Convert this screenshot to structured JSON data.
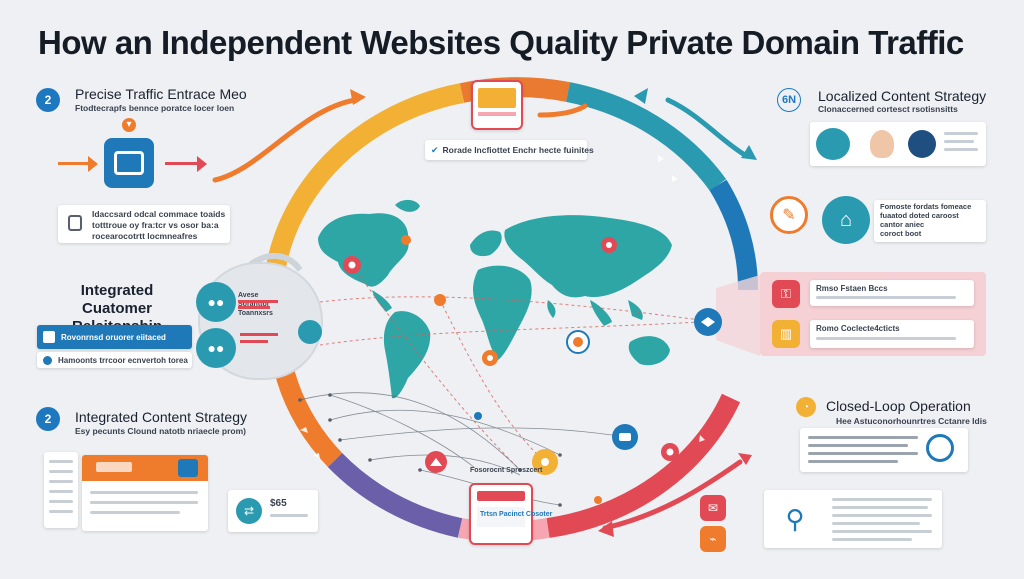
{
  "title": "How an Independent Websites Quality Private Domain Traffic",
  "sections": {
    "precise": {
      "number": "2",
      "label": "Precise Traffic Entrace Meo",
      "sub": "Ftodtecrapfs bennce poratce locer loen",
      "note_lines": [
        "Idaccsard odcal commace toaids",
        "totttroue oy fra:tcr vs osor ba:a",
        "rocearocotrtt locmneafres"
      ]
    },
    "crm": {
      "label": "Integrated Cuatomer Relaitonship Tools",
      "blue_card": "Rovonrnsd oruorer eiitaced",
      "row_text": "Hamoonts trrcoor ecnvertoh torea"
    },
    "content": {
      "number": "2",
      "label": "Integrated Content Strategy",
      "sub": "Esy pecunts Clound natotb nriaecle prom)",
      "price": "$65"
    },
    "localized": {
      "badge": "6N",
      "label": "Localized Content Strategy",
      "sub": "Clonaccerned cortesct rsotisnsitts",
      "note_lines": [
        "Fomoste fordats fomeace",
        "fuaatod doted caroost",
        "cantor aniec",
        "coroct boot"
      ]
    },
    "pink": {
      "row1": "Rmso Fstaen Bccs",
      "row2": "Romo Coclecte4cticts"
    },
    "closed": {
      "label": "Closed-Loop Operation",
      "sub": "Hee Astuconorhounrtres Cctanre Idis"
    },
    "center_top": "Rorade Incfiottet Enchr hecte fuinites",
    "center_bottom": "Trtsn Pacinct Cosoter",
    "map_label": "Avese Soranttor Toannxsrs",
    "map_label2": "Fosorocnt Sproszcert"
  },
  "colors": {
    "ring_yellow": "#f2b134",
    "ring_orange": "#ea7a2f",
    "ring_teal": "#2a9ab0",
    "ring_blue": "#1f79b8",
    "ring_red": "#e14a55",
    "ring_purple": "#6a5fa8",
    "ring_pink": "#f6a6b0",
    "map": "#2ea6a6",
    "accent_blue": "#1f79b8",
    "accent_red": "#e14a55",
    "accent_orange": "#ef7b2c"
  }
}
